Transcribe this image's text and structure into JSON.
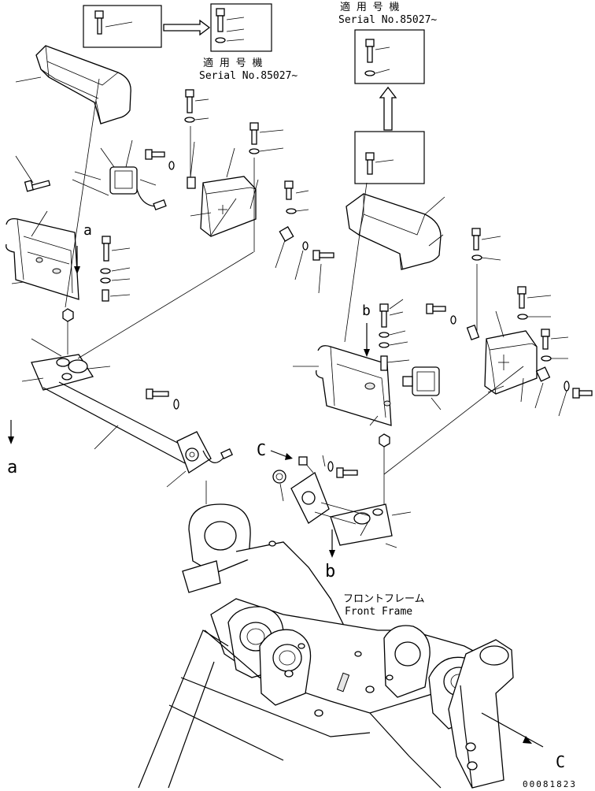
{
  "serial_note_1": {
    "jp": "適 用 号 機",
    "en": "Serial No.85027~"
  },
  "serial_note_2": {
    "jp": "適 用 号 機",
    "en": "Serial No.85027~"
  },
  "frame_label": {
    "jp": "フロントフレーム",
    "en": "Front Frame"
  },
  "refs": {
    "a_top": "a",
    "a_bottom": "a",
    "b_top": "b",
    "b_bottom": "b",
    "c_left": "C",
    "c_right": "C"
  },
  "drawing_number": "00081823"
}
